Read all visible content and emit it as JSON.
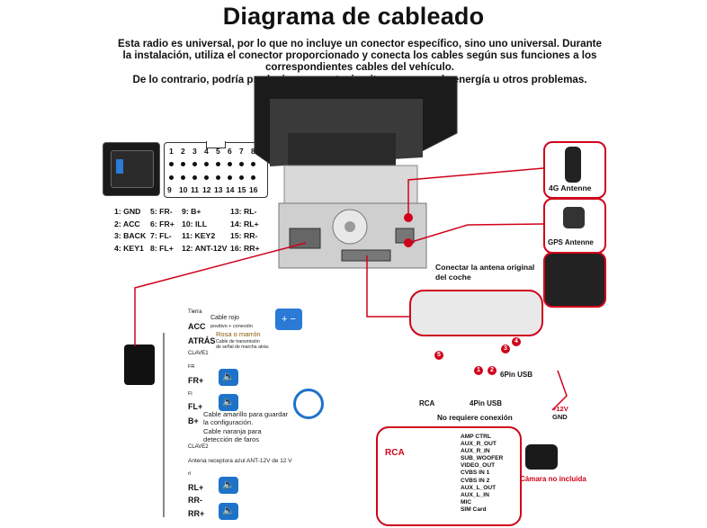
{
  "title": "Diagrama de cableado",
  "intro": [
    "Esta radio es universal, por lo que no incluye un conector específico, sino uno universal. Durante",
    "la instalación, utiliza el conector proporcionado y conecta los cables según sus funciones a los",
    "correspondientes cables del vehículo.",
    "De lo contrario, podría producirse un cortocircuito, consumo de energía u otros problemas."
  ],
  "connector": {
    "top_pins": [
      "1",
      "2",
      "3",
      "4",
      "5",
      "6",
      "7",
      "8"
    ],
    "bottom_pins": [
      "9",
      "10",
      "11",
      "12",
      "13",
      "14",
      "15",
      "16"
    ]
  },
  "pin_legend": [
    [
      "1: GND",
      "5: FR-",
      "9: B+",
      "13: RL-"
    ],
    [
      "2: ACC",
      "6: FR+",
      "10: ILL",
      "14: RL+"
    ],
    [
      "3: BACK",
      "7: FL-",
      "11: KEY2",
      "15: RR-"
    ],
    [
      "4: KEY1",
      "8: FL+",
      "12: ANT-12V",
      "16: RR+"
    ]
  ],
  "antennas": {
    "4g": "4G Antenne",
    "gps": "GPS Antenne",
    "original": [
      "Conectar la antena original",
      "del coche"
    ]
  },
  "harness": {
    "tierra": "Tierra",
    "acc": "ACC",
    "atras": "ATRÁS",
    "clave1": "CLAVE1",
    "fr_minus": "FR",
    "fr_plus": "FR+",
    "fl_minus": "Fl",
    "fl_plus": "FL+",
    "bplus": "B+",
    "ill": "",
    "clave2": "CLAVE2",
    "antena": "Antena receptora azul ANT-12V de 12 V",
    "rl_minus": "rl",
    "rl_plus": "RL+",
    "rr_minus": "RR-",
    "rr_plus": "RR+"
  },
  "notes": {
    "cable_rojo": "Cable rojo",
    "cable_rojo_sub": "positivo + conexión",
    "rosa": "Rosa o marrón",
    "rosa_sub1": "Cable de transmisión",
    "rosa_sub2": "de señal de marcha atrás",
    "amarillo1": "Cable amarillo para guardar",
    "amarillo2": "la configuración.",
    "naranja1": "Cable naranja para",
    "naranja2": "detección de faros"
  },
  "usb": {
    "rca": "RCA",
    "four_pin": "4Pin USB",
    "six_pin": "6Pin USB",
    "numbers": [
      "1",
      "2",
      "3",
      "4",
      "5"
    ],
    "no_connection": "No requiere conexión",
    "plus12v": "+12V",
    "gnd": "GND",
    "camera": "Cámara no incluida"
  },
  "rca_cable": {
    "label": "RCA",
    "items": [
      "AMP CTRL",
      "AUX_R_OUT",
      "AUX_R_IN",
      "SUB_WOOFER",
      "VIDEO_OUT",
      "CVBS IN 1",
      "CVBS IN 2",
      "AUX_L_OUT",
      "AUX_L_IN",
      "MIC",
      "SIM Card"
    ]
  },
  "colors": {
    "accent_red": "#d0021b",
    "speaker_blue": "#1e73c8",
    "battery_blue": "#2a7ad6"
  }
}
